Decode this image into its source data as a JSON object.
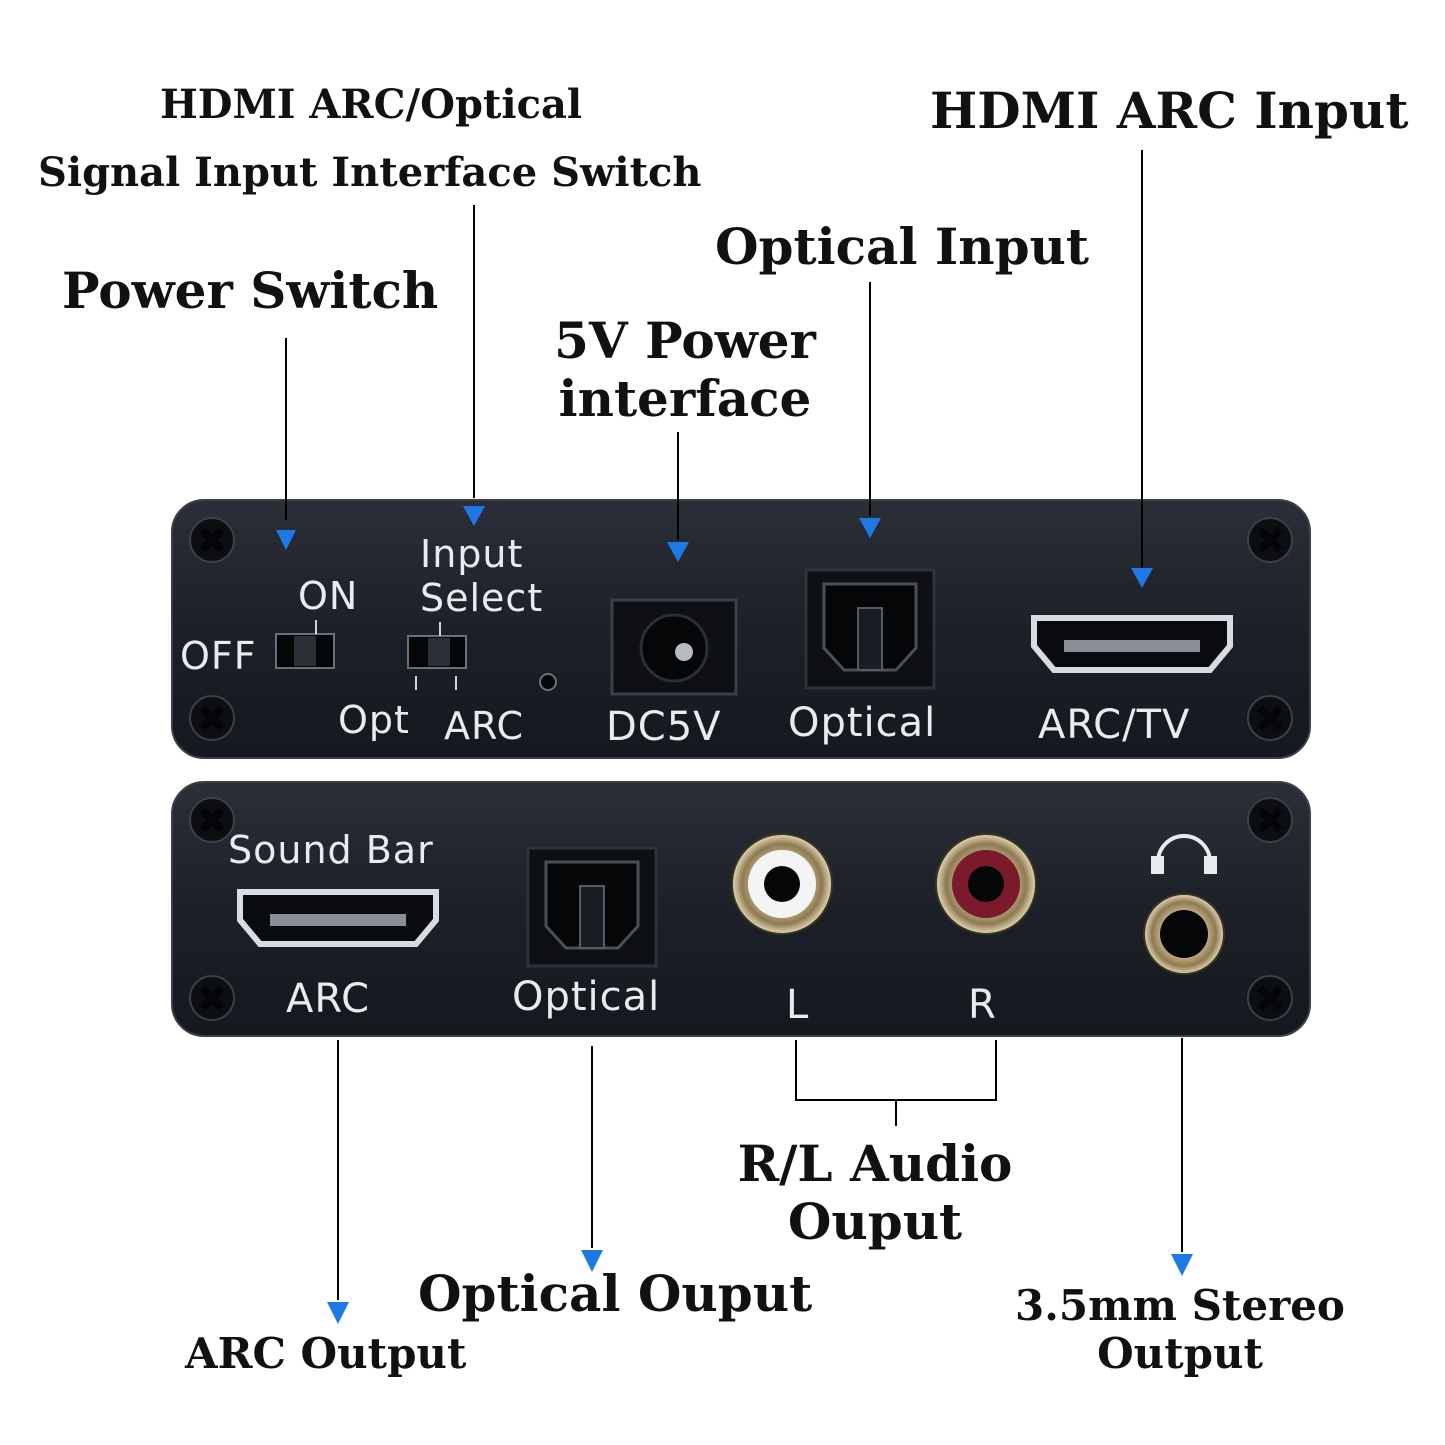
{
  "callouts": {
    "hdmi_arc_optical_line1": "HDMI ARC/Optical",
    "hdmi_arc_optical_line2": "Signal Input Interface Switch",
    "hdmi_arc_input": "HDMI ARC Input",
    "optical_input": "Optical Input",
    "power_switch": "Power Switch",
    "power_interface_line1": "5V Power",
    "power_interface_line2": "interface",
    "rl_audio_line1": "R/L Audio",
    "rl_audio_line2": "Ouput",
    "optical_output": "Optical Ouput",
    "stereo_line1": "3.5mm Stereo",
    "stereo_line2": "Output",
    "arc_output": "ARC Output"
  },
  "top_panel": {
    "on": "ON",
    "off": "OFF",
    "input": "Input",
    "select": "Select",
    "opt": "Opt",
    "arc": "ARC",
    "dc5v": "DC5V",
    "optical": "Optical",
    "arc_tv": "ARC/TV"
  },
  "bottom_panel": {
    "sound_bar": "Sound Bar",
    "arc": "ARC",
    "optical": "Optical",
    "l": "L",
    "r": "R"
  },
  "colors": {
    "arrow": "#1e78e6",
    "panel": "#1d2129",
    "panel_text": "#e9ebef",
    "callout_text": "#111111"
  }
}
